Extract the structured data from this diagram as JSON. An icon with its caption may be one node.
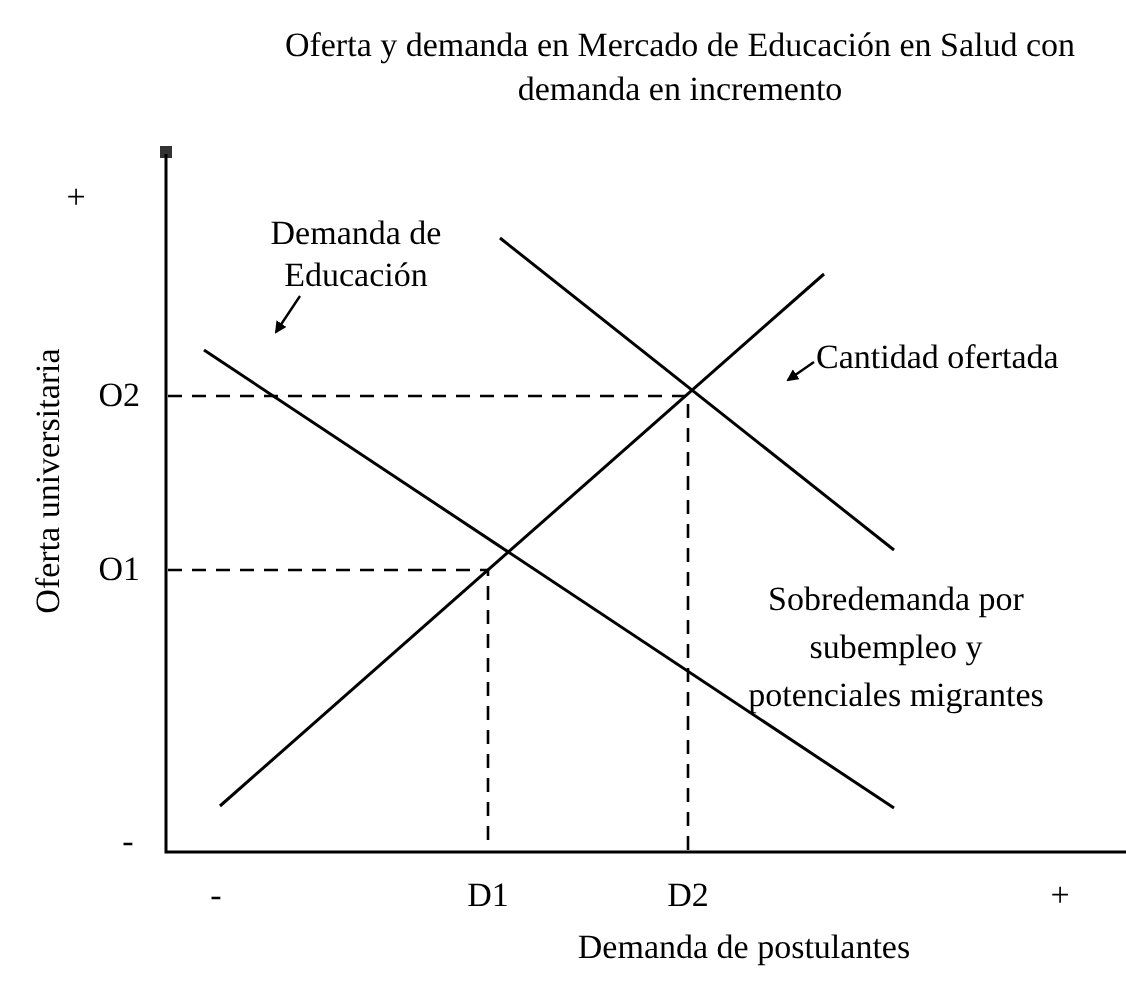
{
  "diagram": {
    "title": "Oferta y demanda en Mercado de Educación en Salud con demanda en incremento",
    "nodes": [
      {
        "text": [
          "Demanda de Educación"
        ]
      },
      {
        "text": [
          "Cantidad ofertada"
        ]
      },
      {
        "text": [
          "Sobredemanda por subempleo y potenciales migrantes"
        ]
      }
    ],
    "edges": [
      {
        "from": 0,
        "to": null,
        "arrow": "to"
      },
      {
        "from": 1,
        "to": null,
        "arrow": "to"
      }
    ],
    "labels": [
      "+",
      "O2",
      "O1",
      "-",
      "-",
      "D1",
      "D2",
      "+",
      "Oferta universitaria",
      "Demanda de postulantes"
    ]
  }
}
